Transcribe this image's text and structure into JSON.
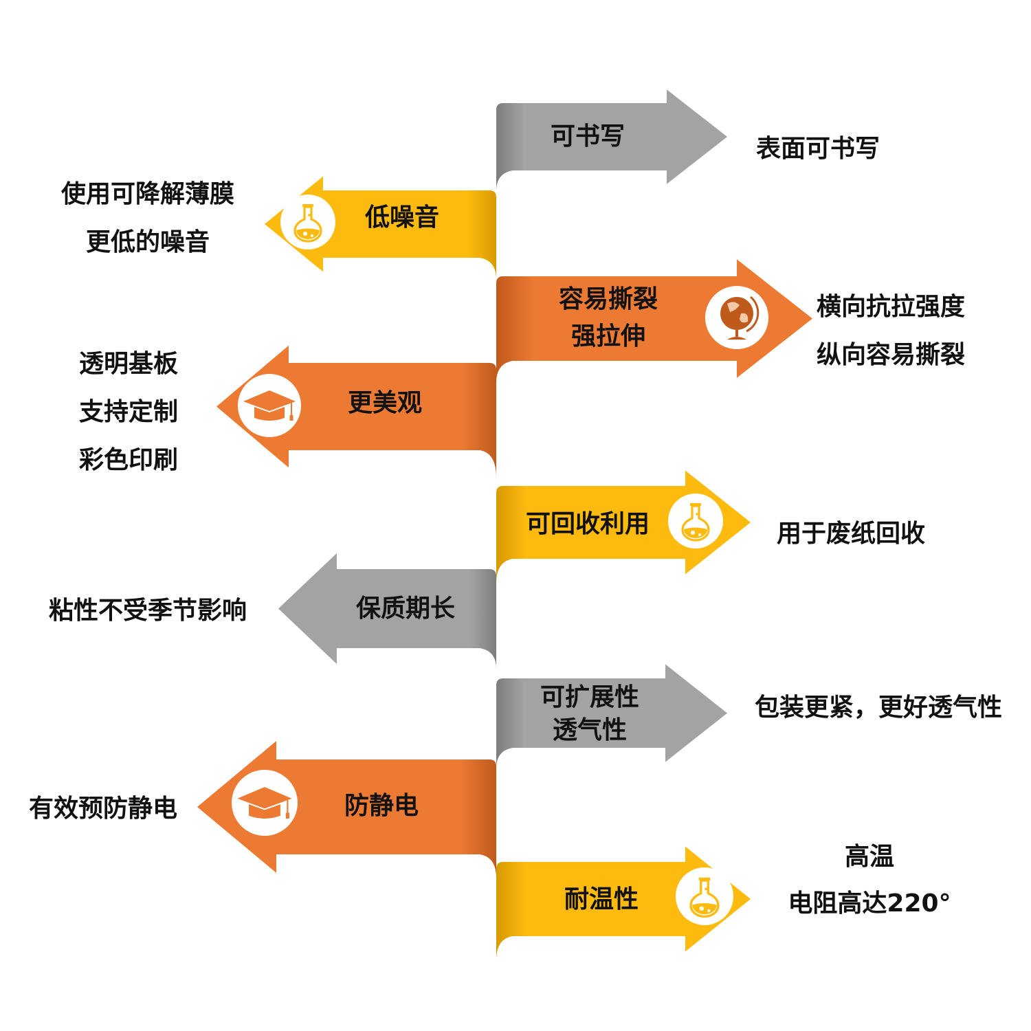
{
  "colors": {
    "gray": "#a3a3a3",
    "gray_dark": "#7d7d7d",
    "yellow": "#fdbb10",
    "yellow_dark": "#d79a00",
    "orange": "#ec7a32",
    "orange_dark": "#c05a1c",
    "text": "#111111",
    "icon_bg": "#ffffff"
  },
  "items": [
    {
      "label_lines": [
        "可书写"
      ],
      "desc_lines": [
        "表面可书写"
      ],
      "icon": "none",
      "color": "gray",
      "direction": "right"
    },
    {
      "label_lines": [
        "低噪音"
      ],
      "desc_lines": [
        "使用可降解薄膜",
        "更低的噪音"
      ],
      "icon": "flask-icon",
      "color": "yellow",
      "direction": "left"
    },
    {
      "label_lines": [
        "容易撕裂",
        "强拉伸"
      ],
      "desc_lines": [
        "横向抗拉强度",
        "纵向容易撕裂"
      ],
      "icon": "globe-icon",
      "color": "orange",
      "direction": "right"
    },
    {
      "label_lines": [
        "更美观"
      ],
      "desc_lines": [
        "透明基板",
        "支持定制",
        "彩色印刷"
      ],
      "icon": "graduation-cap-icon",
      "color": "orange",
      "direction": "left"
    },
    {
      "label_lines": [
        "可回收利用"
      ],
      "desc_lines": [
        "用于废纸回收"
      ],
      "icon": "flask-icon",
      "color": "yellow",
      "direction": "right"
    },
    {
      "label_lines": [
        "保质期长"
      ],
      "desc_lines": [
        "粘性不受季节影响"
      ],
      "icon": "none",
      "color": "gray",
      "direction": "left"
    },
    {
      "label_lines": [
        "可扩展性",
        "透气性"
      ],
      "desc_lines": [
        "包装更紧，更好透气性"
      ],
      "icon": "none",
      "color": "gray",
      "direction": "right"
    },
    {
      "label_lines": [
        "防静电"
      ],
      "desc_lines": [
        "有效预防静电"
      ],
      "icon": "graduation-cap-icon",
      "color": "orange",
      "direction": "left"
    },
    {
      "label_lines": [
        "耐温性"
      ],
      "desc_lines": [
        "高温",
        "电阻高达220°"
      ],
      "icon": "flask-icon",
      "color": "yellow",
      "direction": "right"
    }
  ]
}
